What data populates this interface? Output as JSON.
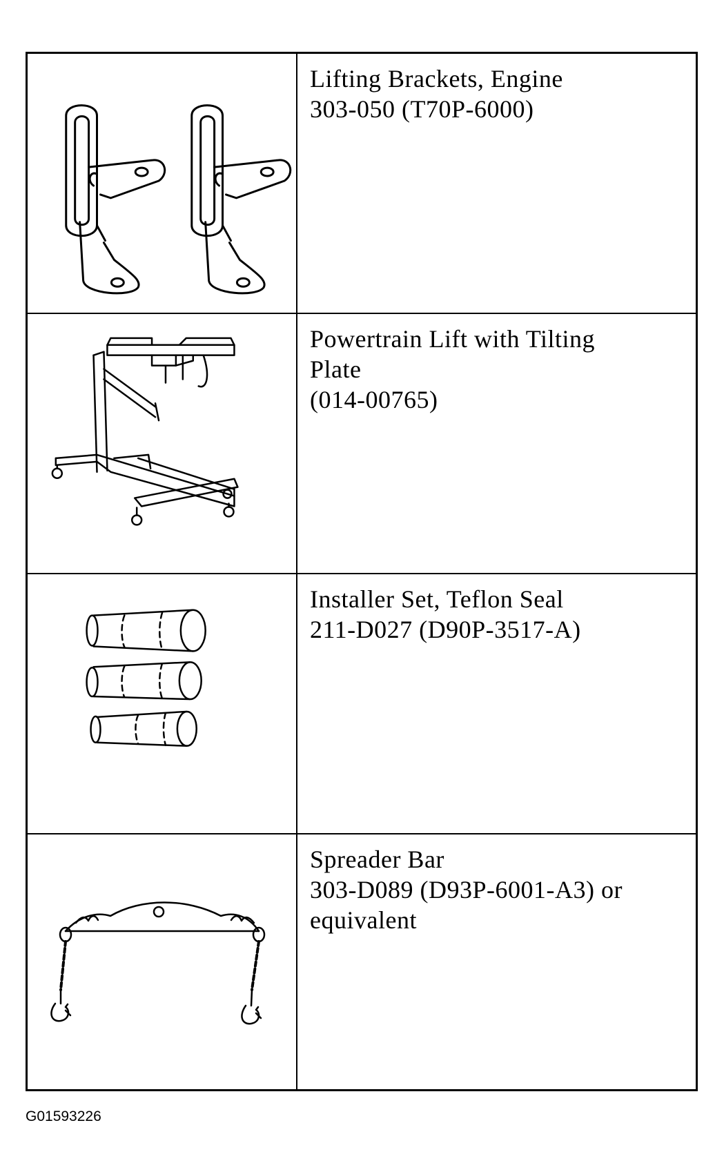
{
  "rows": [
    {
      "illustration_icon": "engine-lifting-brackets-icon",
      "lines": [
        "Lifting Brackets, Engine",
        "303-050 (T70P-6000)"
      ]
    },
    {
      "illustration_icon": "powertrain-lift-icon",
      "lines": [
        "Powertrain Lift with Tilting",
        "Plate",
        "(014-00765)"
      ]
    },
    {
      "illustration_icon": "teflon-seal-installer-set-icon",
      "lines": [
        "Installer Set, Teflon Seal",
        "211-D027 (D90P-3517-A)"
      ]
    },
    {
      "illustration_icon": "spreader-bar-icon",
      "lines": [
        "Spreader Bar",
        "303-D089 (D93P-6001-A3) or",
        "equivalent"
      ]
    }
  ],
  "caption": "G01593226",
  "colors": {
    "ink": "#000000",
    "paper": "#ffffff"
  }
}
